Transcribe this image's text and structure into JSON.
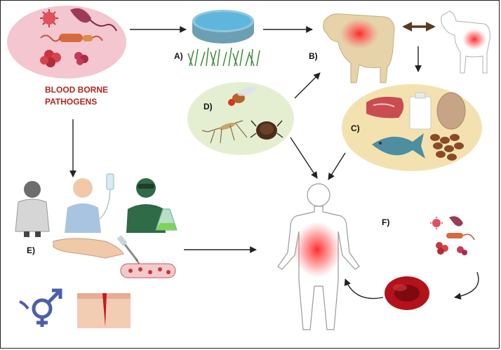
{
  "title_lines": [
    "BLOOD BORNE",
    "PATHOGENS"
  ],
  "labels": {
    "a": "A)",
    "b": "B)",
    "c": "C)",
    "d": "D)",
    "e": "E)",
    "f": "F)"
  },
  "colors": {
    "title_red": "#b3261e",
    "pathogen_bg": "#f4c6cf",
    "vector_bg": "#e4efd2",
    "food_bg": "#f3e2b0",
    "infection_glow": "#ff2a2a",
    "arrow": "#222222",
    "double_arrow": "#5b3a1e"
  },
  "icons": [
    "bacteria",
    "virus",
    "water-dish",
    "grass",
    "cow",
    "goat",
    "mosquito",
    "fruit-fly",
    "tick",
    "meat",
    "milk",
    "egg",
    "fish",
    "worms",
    "lab-worker",
    "patient-iv",
    "scientist",
    "hand-injury",
    "blood-vessel",
    "gender-symbol",
    "skin-wound",
    "human-body",
    "red-blood-cell"
  ]
}
